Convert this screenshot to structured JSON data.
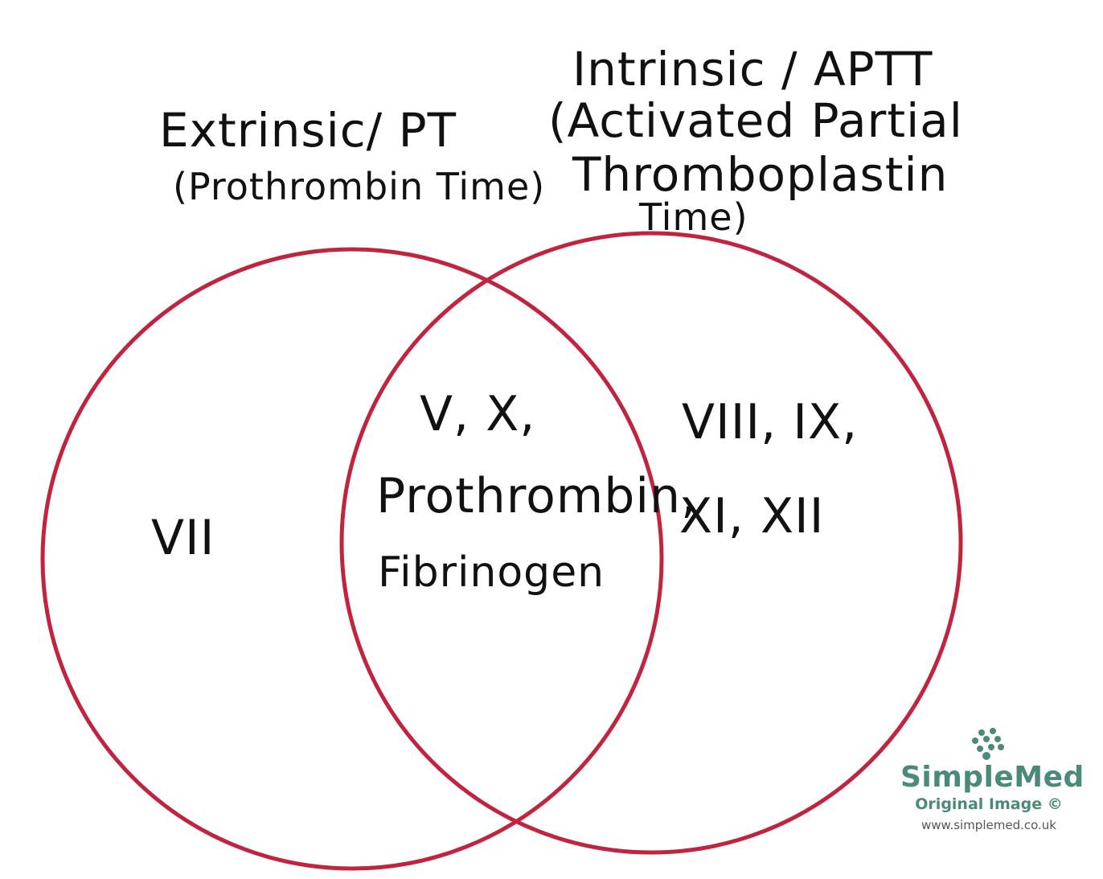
{
  "diagram": {
    "type": "venn",
    "stroke_color": "#c0243f",
    "sets": [
      {
        "id": "extrinsic",
        "title_line1": "Extrinsic/ PT",
        "title_line2": "(Prothrombin Time)",
        "exclusive_items": "VII"
      },
      {
        "id": "intrinsic",
        "title_line1": "Intrinsic / APTT",
        "title_line2": "(Activated Partial",
        "title_line3": "Thromboplastin",
        "title_line4": "Time)",
        "exclusive_line1": "VIII,  IX,",
        "exclusive_line2": "XI, XII"
      }
    ],
    "intersection": {
      "line1": "V, X,",
      "line2": "Prothrombin,",
      "line3": "Fibrinogen"
    }
  },
  "watermark": {
    "brand": "SimpleMed",
    "subtitle": "Original Image ©",
    "url": "www.simplemed.co.uk",
    "color": "#4a8a78"
  }
}
